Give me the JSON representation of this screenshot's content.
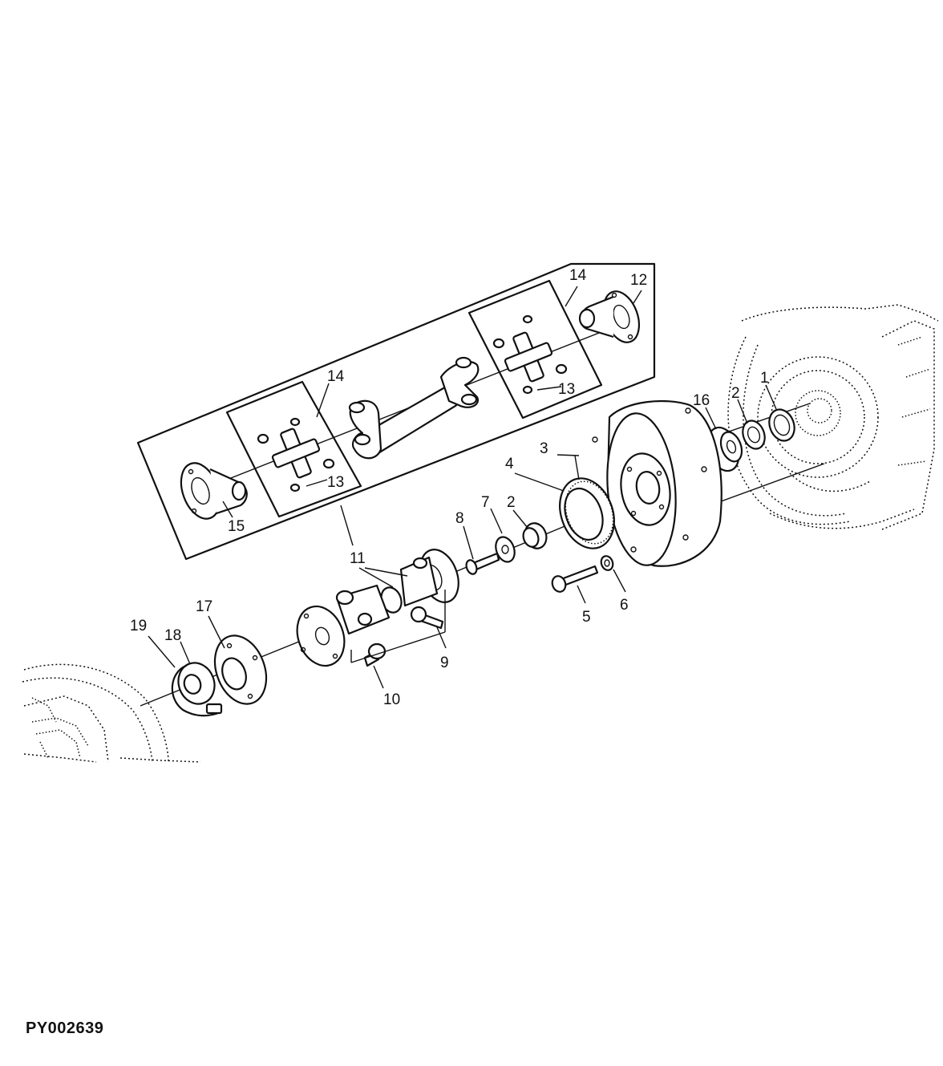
{
  "figure_code": "PY002639",
  "callouts": {
    "c1": "1",
    "c2a": "2",
    "c2b": "2",
    "c3": "3",
    "c4": "4",
    "c5": "5",
    "c6": "6",
    "c7": "7",
    "c8": "8",
    "c9": "9",
    "c10": "10",
    "c11": "11",
    "c12": "12",
    "c13a": "13",
    "c13b": "13",
    "c14a": "14",
    "c14b": "14",
    "c15": "15",
    "c16": "16",
    "c17": "17",
    "c18": "18",
    "c19": "19"
  }
}
